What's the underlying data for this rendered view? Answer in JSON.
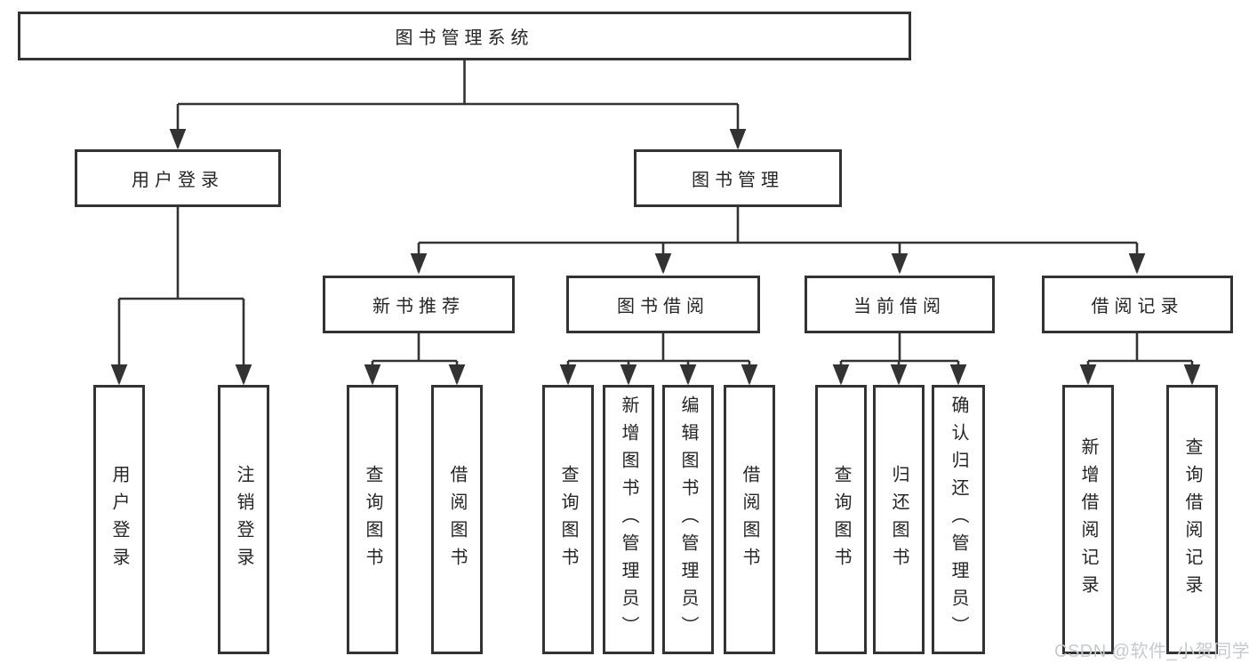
{
  "diagram": {
    "root": {
      "label": "图书管理系统"
    },
    "user_login": {
      "label": "用户登录",
      "leaves": [
        {
          "label": "用户登录"
        },
        {
          "label": "注销登录"
        }
      ]
    },
    "book_management": {
      "label": "图书管理",
      "groups": [
        {
          "label": "新书推荐",
          "leaves": [
            {
              "label": "查询图书"
            },
            {
              "label": "借阅图书"
            }
          ]
        },
        {
          "label": "图书借阅",
          "leaves": [
            {
              "label": "查询图书"
            },
            {
              "label": "新增图书（管理员）"
            },
            {
              "label": "编辑图书（管理员）"
            },
            {
              "label": "借阅图书"
            }
          ]
        },
        {
          "label": "当前借阅",
          "leaves": [
            {
              "label": "查询图书"
            },
            {
              "label": "归还图书"
            },
            {
              "label": "确认归还（管理员）"
            }
          ]
        },
        {
          "label": "借阅记录",
          "leaves": [
            {
              "label": "新增借阅记录"
            },
            {
              "label": "查询借阅记录"
            }
          ]
        }
      ]
    }
  },
  "watermark": {
    "text": "CSDN @软件_小贺同学"
  },
  "colors": {
    "line": "#333333",
    "box_border": "#333333",
    "text": "#252525",
    "watermark_gray": "#c6cad0",
    "background": "#ffffff"
  }
}
